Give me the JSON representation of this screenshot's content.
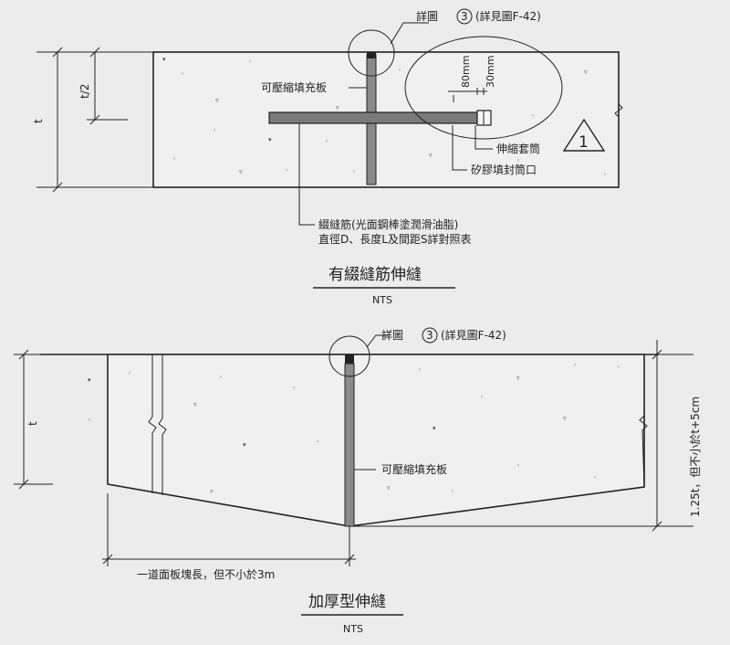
{
  "top": {
    "detail_ref_prefix": "詳圖",
    "detail_ref_num": "3",
    "detail_ref_suffix": "(詳見圖F-42)",
    "filler_label": "可壓縮填充板",
    "dim_t": "t",
    "dim_half_t": "t/2",
    "dim_80": "80mm",
    "dim_30": "30mm",
    "sleeve_label": "伸縮套筒",
    "sealant_label": "矽膠填封筒口",
    "revision_num": "1",
    "dowel_label_line1": "綴縫筋(光面鋼棒塗潤滑油脂)",
    "dowel_label_line2": "直徑D、長度L及間距S詳對照表",
    "title": "有綴縫筋伸縫",
    "nts": "NTS"
  },
  "bottom": {
    "detail_ref_prefix": "詳圖",
    "detail_ref_num": "3",
    "detail_ref_suffix": "(詳見圖F-42)",
    "dim_t": "t",
    "filler_label": "可壓縮填充板",
    "dim_thick": "1.25t，但不小於t+5cm",
    "slab_length_label": "一道面板塊長，但不小於3m",
    "title": "加厚型伸縫",
    "nts": "NTS"
  }
}
